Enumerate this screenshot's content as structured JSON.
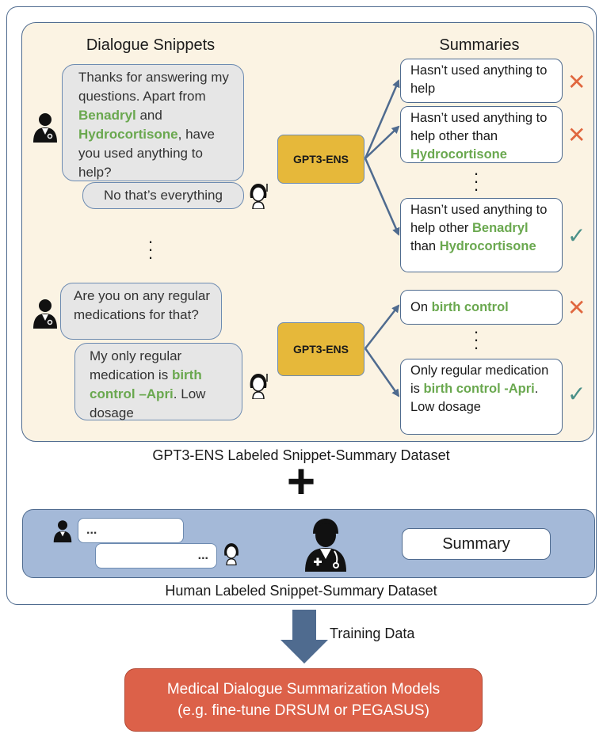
{
  "gpt_panel": {
    "snippets_title": "Dialogue Snippets",
    "summaries_title": "Summaries",
    "caption": "GPT3-ENS Labeled Snippet-Summary Dataset",
    "model_label": "GPT3-ENS",
    "snippet1": {
      "doctor_parts": [
        "Thanks for answering my questions. Apart from ",
        "Benadryl",
        " and ",
        "Hydrocortisone",
        ", have you used anything to help?"
      ],
      "patient": "No that’s everything",
      "summaries": [
        {
          "parts": [
            "Hasn’t used anything to help"
          ],
          "mark": "✕"
        },
        {
          "parts": [
            "Hasn’t used anything to help other than ",
            "Hydrocortisone"
          ],
          "mark": "✕"
        },
        {
          "parts": [
            "Hasn’t used anything to help other ",
            "Benadryl",
            " than ",
            "Hydrocortisone"
          ],
          "mark": "✓"
        }
      ]
    },
    "snippet2": {
      "doctor": "Are you on any regular medications for that?",
      "patient_parts": [
        "My only regular medication is ",
        "birth control –Apri",
        ". Low dosage"
      ],
      "summaries": [
        {
          "parts": [
            "On ",
            "birth control"
          ],
          "mark": "✕"
        },
        {
          "parts": [
            "Only regular medication is ",
            "birth control -Apri",
            ". Low dosage"
          ],
          "mark": "✓"
        }
      ]
    }
  },
  "plus_sign": "+",
  "human_panel": {
    "ellipsis": "...",
    "summary_label": "Summary",
    "caption": "Human Labeled Snippet-Summary Dataset"
  },
  "training_label": "Training Data",
  "final_box": {
    "line1": "Medical Dialogue Summarization Models",
    "line2": "(e.g. fine-tune DRSUM or PEGASUS)"
  },
  "icons": {
    "doctor": "doctor-icon",
    "patient": "patient-icon",
    "check_color": "#4a9088",
    "cross_color": "#e0673f",
    "highlight_color": "#6aa84f"
  }
}
